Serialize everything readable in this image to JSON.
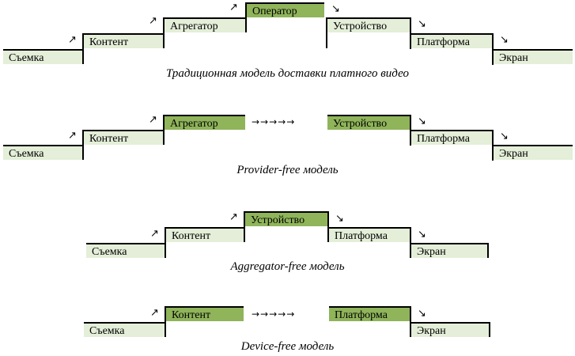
{
  "diagrams": [
    {
      "caption": "Традиционная модель доставки платного видео",
      "steps": [
        "Съемка",
        "Контент",
        "Агрегатор",
        "Оператор",
        "Устройство",
        "Платформа",
        "Экран"
      ]
    },
    {
      "caption": "Provider-free модель",
      "steps": [
        "Съемка",
        "Контент",
        "Агрегатор",
        "Устройство",
        "Платформа",
        "Экран"
      ]
    },
    {
      "caption": "Aggregator-free модель",
      "steps": [
        "Съемка",
        "Контент",
        "Устройство",
        "Платформа",
        "Экран"
      ]
    },
    {
      "caption": "Device-free модель",
      "steps": [
        "Съемка",
        "Контент",
        "Платформа",
        "Экран"
      ]
    }
  ],
  "symbols": {
    "arrow_up": "↗",
    "arrow_down": "↘",
    "skip_arrows": "→→→→→"
  },
  "colors": {
    "light_fill": "#e4eed8",
    "dark_fill": "#8fb45a",
    "line": "#000000"
  }
}
